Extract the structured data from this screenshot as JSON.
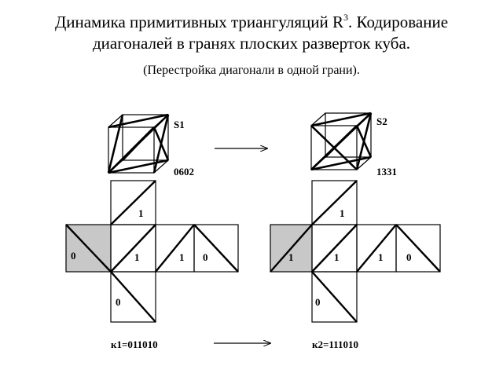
{
  "title": {
    "line1": "Динамика примитивных триангуляций R",
    "line1_sup": "3",
    "line1_rest": ". Кодирование",
    "line2": "диагоналей в гранях плоских разверток куба.",
    "line3": "(Перестройка диагонали в одной грани)."
  },
  "state1": {
    "name": "S1",
    "code": "0602",
    "faces": {
      "top": "1",
      "left": "0",
      "center": "1",
      "right": "1",
      "far": "0",
      "bottom": "0"
    },
    "key": "к1=011010"
  },
  "state2": {
    "name": "S2",
    "code": "1331",
    "faces": {
      "top": "1",
      "left": "1",
      "center": "1",
      "right": "1",
      "far": "0",
      "bottom": "0"
    },
    "key": "к2=111010"
  },
  "colors": {
    "shaded_face": "#c8c8c8",
    "line": "#000000"
  }
}
